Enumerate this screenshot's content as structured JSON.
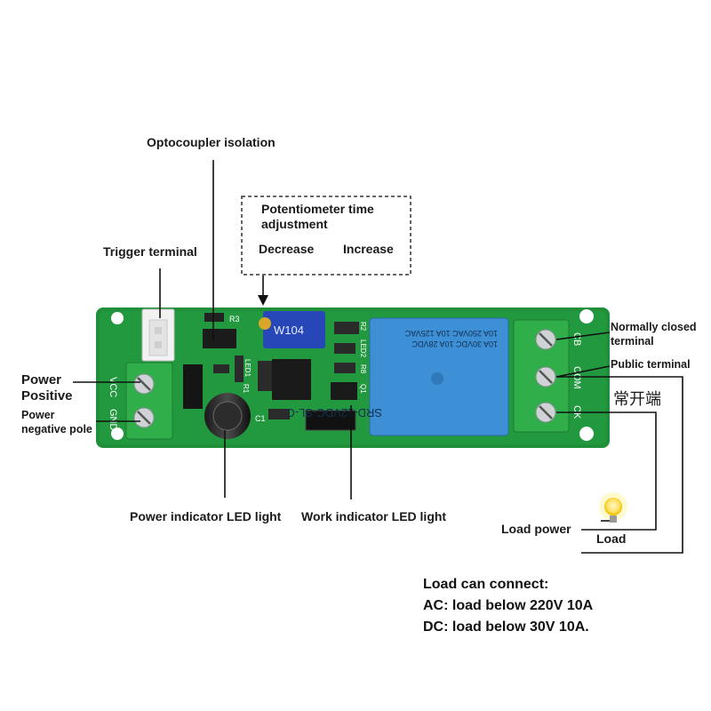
{
  "labels": {
    "optocoupler": "Optocoupler isolation",
    "pot_title_1": "Potentiometer time",
    "pot_title_2": "adjustment",
    "decrease": "Decrease",
    "increase": "Increase",
    "trigger": "Trigger terminal",
    "power_pos_1": "Power",
    "power_pos_2": "Positive",
    "power_neg_1": "Power",
    "power_neg_2": "negative pole",
    "power_led": "Power indicator LED light",
    "work_led": "Work indicator LED light",
    "nc_1": "Normally closed",
    "nc_2": "terminal",
    "public": "Public terminal",
    "no_cn": "常开端",
    "load_power": "Load power",
    "load": "Load"
  },
  "notes": {
    "line1": "Load can connect:",
    "line2": "AC: load below 220V 10A",
    "line3": "DC: load below 30V 10A."
  },
  "board": {
    "relay_line1": "SRD-12VDC-SL-C",
    "relay_line2": "10A 250VAC 10A 125VAC",
    "relay_line3": "10A 30VDC 10A 28VDC",
    "pot_code": "W104",
    "silk_vcc": "VCC",
    "silk_gnd": "GND",
    "silk_nc": "CB",
    "silk_com": "COM",
    "silk_no": "CK",
    "silk_r3": "R3",
    "silk_c1": "C1",
    "silk_led1": "LED1",
    "silk_r1": "R1",
    "silk_r2": "R2",
    "silk_led2": "LED2",
    "silk_r8": "R8",
    "silk_q1": "Q1"
  },
  "colors": {
    "pcb": "#1f8f3a",
    "terminal_green": "#2fae4a",
    "relay_blue": "#3d8fd6",
    "pot_blue": "#2747b8"
  }
}
